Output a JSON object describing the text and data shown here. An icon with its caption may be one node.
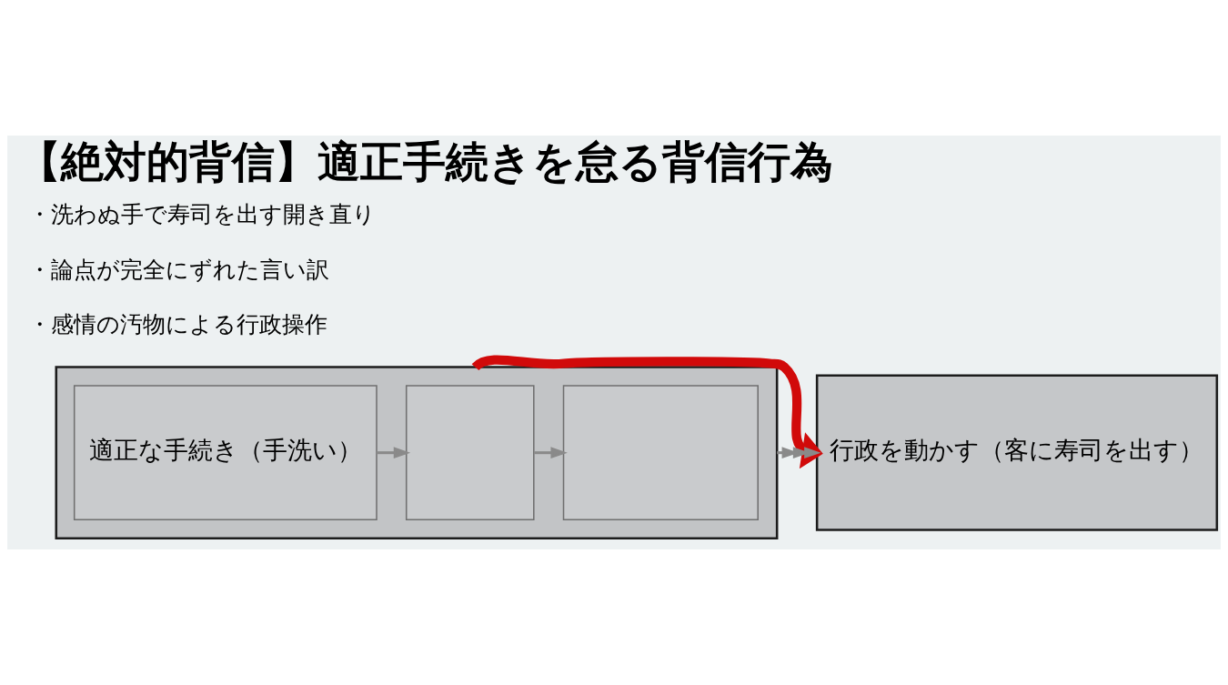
{
  "diagram": {
    "title": "【絶対的背信】適正手続きを怠る背信行為",
    "nodes": [
      {
        "text": [],
        "shape": "box"
      },
      {
        "text": [
          "適正な手続き（手洗い）"
        ],
        "in": 0
      },
      {
        "text": [],
        "shape": "box",
        "in": 0
      },
      {
        "text": [],
        "shape": "box",
        "in": 0
      },
      {
        "text": [
          "行政を動かす（客に寿司を出す）"
        ]
      }
    ],
    "edges": [
      {
        "from": 1,
        "to": 2,
        "arrow": "to"
      },
      {
        "from": 2,
        "to": 3,
        "arrow": "to"
      },
      {
        "from": 0,
        "to": 4,
        "arrow": "to",
        "style": "thick",
        "color": "#d10a0a"
      },
      {
        "from": 0,
        "to": 4,
        "arrow": "to"
      }
    ],
    "labels": [
      "・洗わぬ手で寿司を出す開き直り",
      "・論点が完全にずれた言い訳",
      "・感情の汚物による行政操作"
    ]
  }
}
